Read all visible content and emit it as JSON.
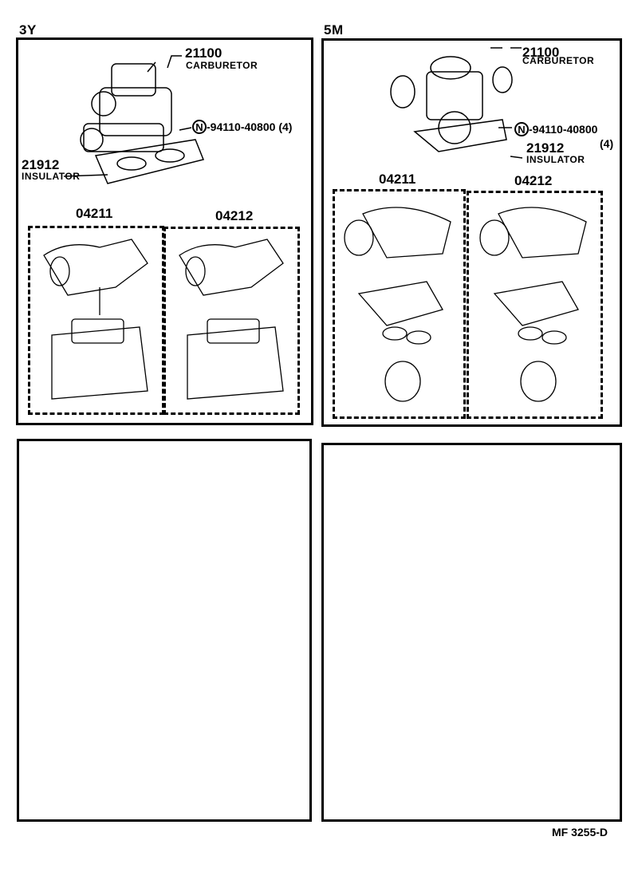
{
  "sections": [
    {
      "engine": "3Y",
      "carburetor": {
        "part_no": "21100",
        "name": "CARBURETOR"
      },
      "insulator": {
        "part_no": "21912",
        "name": "INSULATOR"
      },
      "nut": {
        "symbol": "N",
        "part_no": "-94110-40800",
        "qty": "(4)"
      },
      "kits": [
        {
          "part_no": "04211"
        },
        {
          "part_no": "04212"
        }
      ]
    },
    {
      "engine": "5M",
      "carburetor": {
        "part_no": "21100",
        "name": "CARBURETOR"
      },
      "insulator": {
        "part_no": "21912",
        "name": "INSULATOR"
      },
      "nut": {
        "symbol": "N",
        "part_no": "-94110-40800",
        "qty": "(4)"
      },
      "kits": [
        {
          "part_no": "04211"
        },
        {
          "part_no": "04212"
        }
      ]
    }
  ],
  "footer": {
    "code": "MF  3255-D"
  }
}
